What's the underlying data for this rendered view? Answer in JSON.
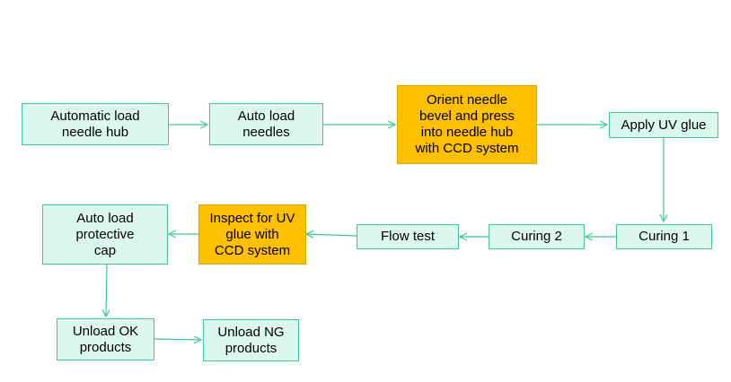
{
  "colors": {
    "process_fill": "#dcf7ee",
    "process_border": "#3cc898",
    "highlight_fill": "#ffc000",
    "highlight_border": "#d9a300",
    "arrow": "#3cc898"
  },
  "nodes": {
    "load_hub": "Automatic load\n     needle hub",
    "load_needles": "Auto load\n    needles",
    "orient": "Orient needle\nbevel and press\ninto needle hub\nwith CCD system",
    "apply_glue": "Apply UV glue",
    "curing1": "Curing 1",
    "curing2": "Curing 2",
    "flow_test": "Flow test",
    "inspect": "Inspect for UV\nglue with\nCCD system",
    "load_cap": "Auto load\n     protective\n     cap",
    "unload_ok": "Unload OK\n     products",
    "unload_ng": "Unload NG\n     products"
  }
}
